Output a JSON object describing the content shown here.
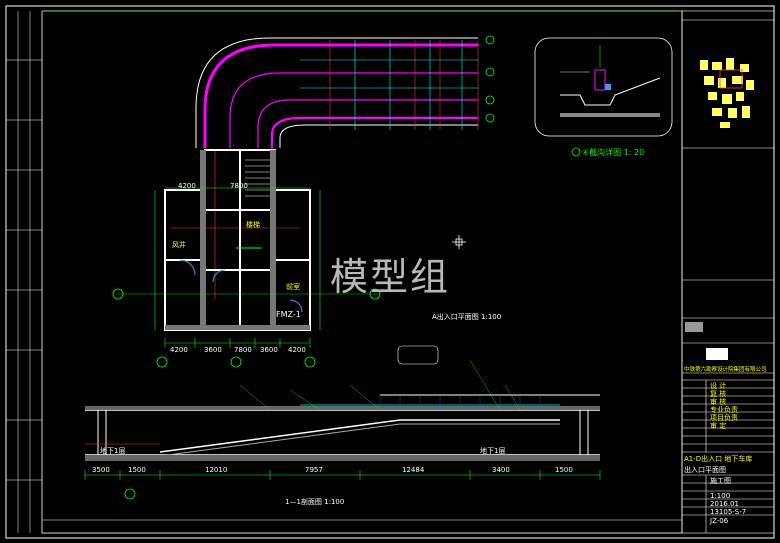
{
  "watermark": "模型组",
  "detail_title": "④截沟详图 1: 20",
  "plan_title": "A出入口平面图 1:100",
  "section_title": "1—1剖面图 1:100",
  "door_label": "FMZ-1",
  "room_labels": [
    "风井",
    "楼梯",
    "前室"
  ],
  "dim_labels": {
    "plan_bottom": [
      "4200",
      "3600",
      "7800",
      "3600",
      "4200"
    ],
    "plan_left": "4200",
    "plan_side": "7800",
    "section_bottom": [
      "3500",
      "1500",
      "12010",
      "7957",
      "12484",
      "3400",
      "1500"
    ],
    "section_scale": "1:100"
  },
  "section_labels": [
    "地下1层",
    "地下1层"
  ],
  "title_block": {
    "company_cn": "中铁第六勘察设计院集团有限公司",
    "project": "A1-D出入口 地下车库",
    "drawing_name": "出入口平面图",
    "rows": [
      "设 计",
      "复 核",
      "审 核",
      "专业负责",
      "项目负责",
      "审 定"
    ],
    "scale": "1:100",
    "date": "2016.01",
    "drawing_no": "JZ-06",
    "sheet_no": "13105-S-7",
    "stage": "施工图"
  },
  "colors": {
    "background": "#000000",
    "wall": "#ffffff",
    "dimension": "#00ff00",
    "axis": "#00ffff",
    "highlight": "#ff00ff",
    "text_yellow": "#ffff00",
    "frame": "#ffffff"
  }
}
